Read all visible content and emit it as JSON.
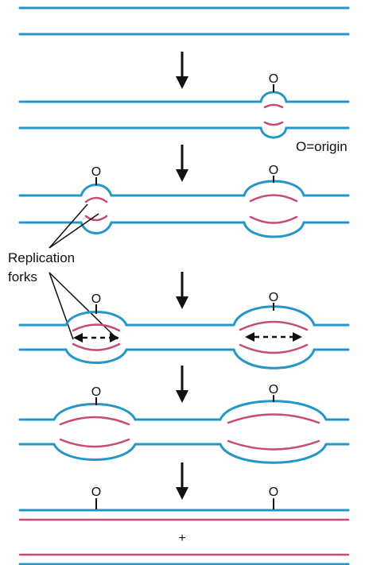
{
  "labels": {
    "origin_marker": "O",
    "origin_legend": "O=origin",
    "forks_line1": "Replication",
    "forks_line2": "forks",
    "plus": "+"
  },
  "colors": {
    "parental_strand": "#2596c8",
    "daughter_strand": "#c84a78",
    "arrows": "#111111"
  },
  "stages": [
    {
      "stage": 1,
      "description_visible": false
    },
    {
      "stage": 2
    },
    {
      "stage": 3
    },
    {
      "stage": 4
    },
    {
      "stage": 5
    },
    {
      "stage": 6
    }
  ]
}
